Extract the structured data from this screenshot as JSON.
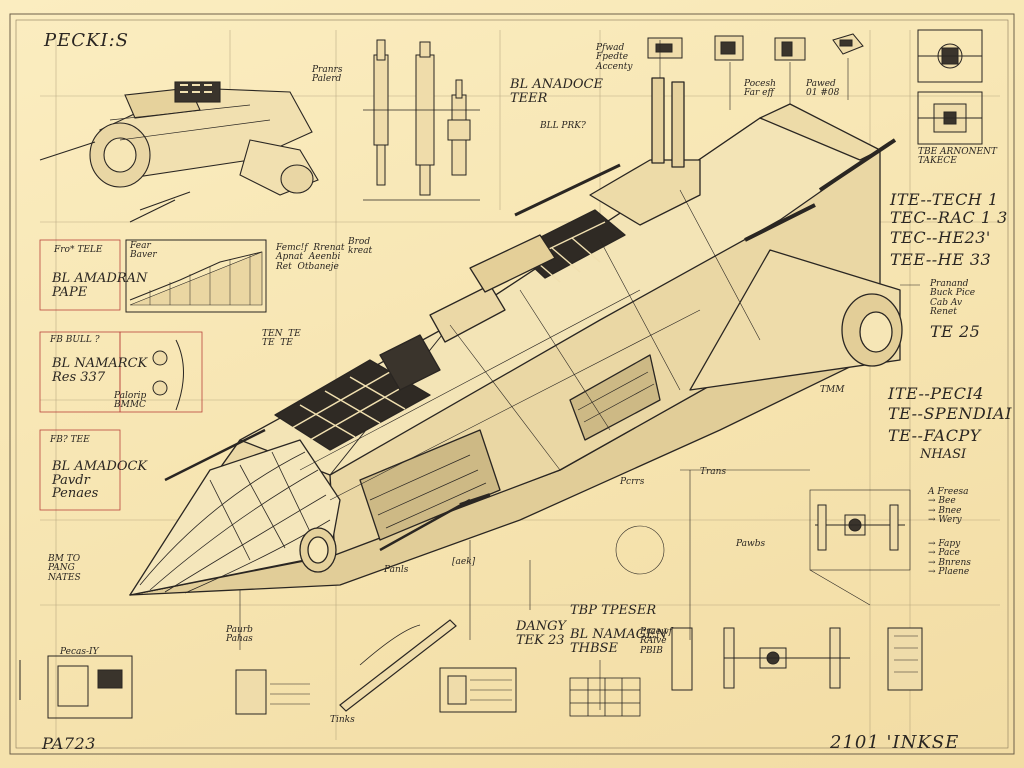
{
  "sheet": {
    "title": "PECKI:S",
    "footer_left": "PA723",
    "footer_right": "2101 'INKSE"
  },
  "labels": {
    "top_note_1": "Pfwad\nFpedte\nAccenty",
    "top_note_2": "Pranrs\nPalerd",
    "top_note_3": "Pawed\n01 #08",
    "top_note_4": "Pocesh\nFar eff",
    "bl_ref": "BL ANADOCE\nTEER",
    "bl_box": "BLL PRK?",
    "right_ref": "TBE ARNONENT\nTAKECE",
    "fb_label": "Fro*  TELE",
    "fb_note": "BL AMADRAN\nPAPE",
    "graph_note": "Fear\nBaver",
    "graph_note_2": "Femc!f  Rrenat\nApnat  Aeenbi\nRet  Otbaneje",
    "mid_note": "Brod\nkreat",
    "fb2_label": "FB  BULL ?",
    "fb2_note": "BL NAMARCK\nRes 337",
    "fb2_side": "Palorip\nBMMC",
    "fb3_label": "FB?  TEE",
    "fb3_note": "BL AMADOCK\nPavdr\nPenaes",
    "tech_note": "TEN  TE\nTE  TE",
    "btm_left": "BM TO\nPANG\nNATES",
    "right_list_1": "ITE--TECH 1",
    "right_list_2": "TEC--RAC 1 3",
    "right_list_3": "TEC--HE23'",
    "right_list_4": "TEE--HE 33",
    "engine_note": "Pranand\nBuck Pice\nCab Av\nRenet",
    "engine_code": "TE 25",
    "right_list_5": "ITE--PECI4",
    "right_list_6": "TE--SPENDIAI",
    "right_list_7": "TE--FACPY",
    "right_list_8": "NHASI",
    "tbl_label": "TBP TPESER",
    "btm_ref_1": "DANGY\nTEK 23",
    "btm_ref_2": "BL NAMAGEN\nTHBSE",
    "btm_ref_3": "Praewf\nRAlve\nPBIB",
    "btm_label_1": "Pecas-IY",
    "btm_label_2": "Tinks",
    "mid_label_1": "Paurb\nPahas",
    "mid_label_2": "Panls",
    "mid_label_3": "Pcrrs",
    "mid_label_4": "[aek]",
    "mid_label_5": "Pawbs",
    "side_label": "Trans",
    "side_label_2": "TMM",
    "card_1": "A Freesa\n→ Bee\n→ Bnee\n→ Wery",
    "card_2": "→ Fapy\n→ Pace\n→ Bnrens\n→ Plaene"
  },
  "colors": {
    "paper": "#f7e8b8",
    "ink": "#2a2622",
    "grid": "#8a7b5c",
    "accent_red": "#b9443c"
  }
}
